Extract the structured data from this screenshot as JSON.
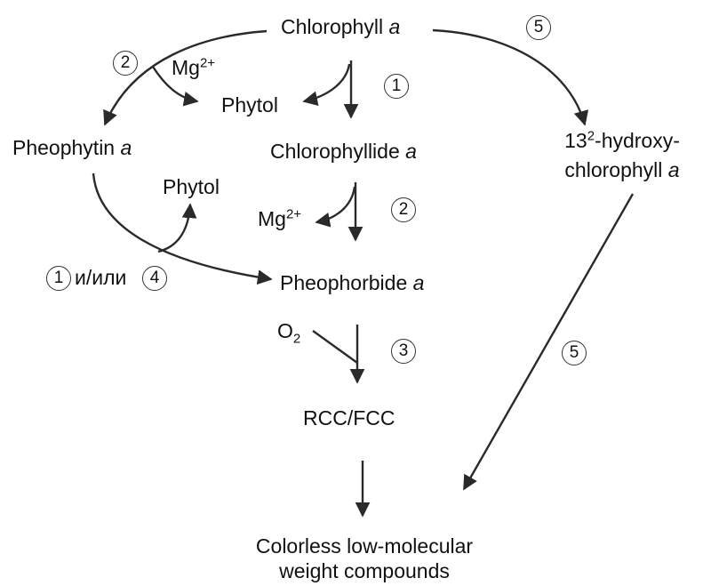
{
  "nodes": {
    "chlorophyll_a": {
      "name": "Chlorophyll",
      "suffix": "a"
    },
    "pheophytin_a": {
      "name": "Pheophytin",
      "suffix": "a"
    },
    "chlorophyllide_a": {
      "name": "Chlorophyllide",
      "suffix": "a"
    },
    "hydroxy_chl": {
      "line1_prefix": "13",
      "line1_sup": "2",
      "line1_rest": "-hydroxy-",
      "line2_name": "chlorophyll",
      "line2_suffix": "a"
    },
    "pheophorbide_a": {
      "name": "Pheophorbide",
      "suffix": "a"
    },
    "rcc_fcc": {
      "name": "RCC/FCC"
    },
    "colorless": {
      "line1": "Colorless low-molecular",
      "line2": "weight compounds"
    }
  },
  "side_products": {
    "phytol_1": "Phytol",
    "phytol_2": "Phytol",
    "mg_1": {
      "base": "Mg",
      "charge": "2+"
    },
    "mg_2": {
      "base": "Mg",
      "charge": "2+"
    },
    "o2": {
      "base": "O",
      "sub": "2"
    }
  },
  "steps": {
    "s1_top": "1",
    "s2_topleft": "2",
    "s5_topright": "5",
    "s2_mid": "2",
    "s1_left": "1",
    "s4_left": "4",
    "s3": "3",
    "s5_right": "5"
  },
  "connector_text": "и/или"
}
